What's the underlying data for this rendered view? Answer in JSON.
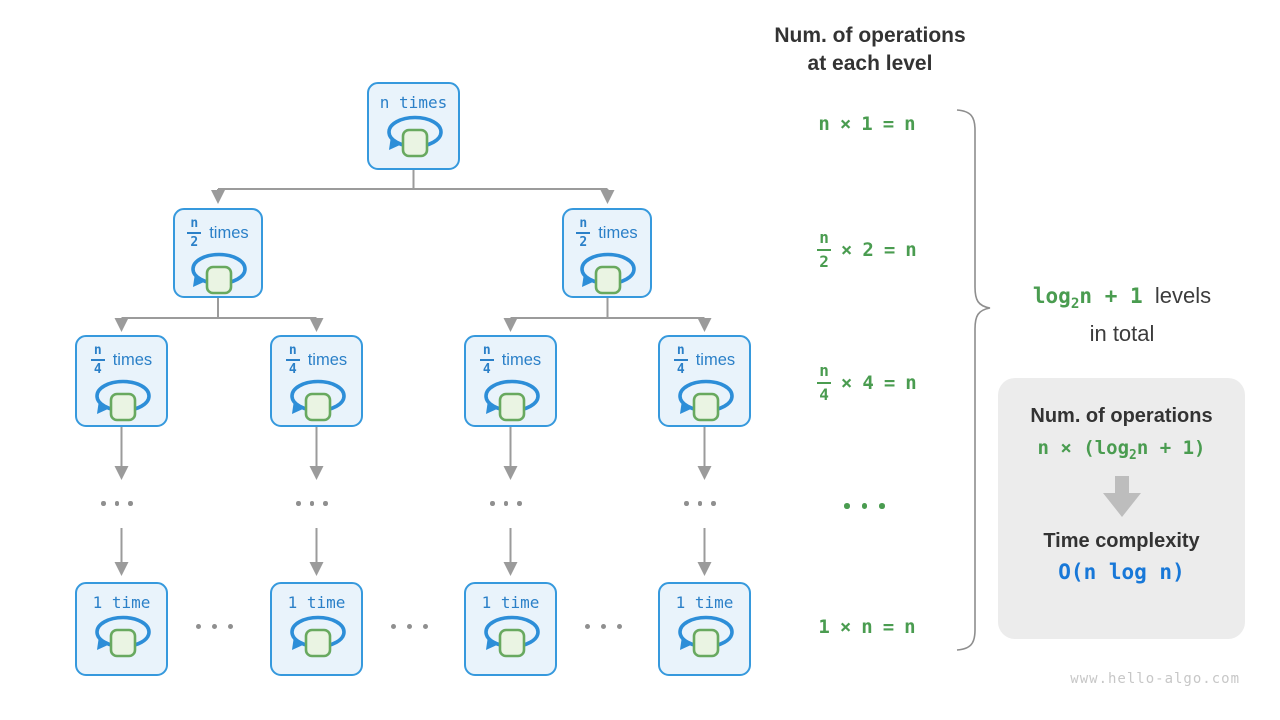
{
  "header": {
    "line1": "Num. of operations",
    "line2": "at each level"
  },
  "tree": {
    "root_label": "n times",
    "level2": {
      "numerator": "n",
      "denominator": "2",
      "suffix": "times"
    },
    "level3": {
      "numerator": "n",
      "denominator": "4",
      "suffix": "times"
    },
    "bottom_label": "1 time"
  },
  "formulas": {
    "row1": {
      "lhs": "n",
      "op": "×",
      "rhs": "1",
      "eq": "=",
      "res": "n"
    },
    "row2": {
      "num": "n",
      "den": "2",
      "op": "×",
      "rhs": "2",
      "eq": "=",
      "res": "n"
    },
    "row3": {
      "num": "n",
      "den": "4",
      "op": "×",
      "rhs": "4",
      "eq": "=",
      "res": "n"
    },
    "row4": {
      "lhs": "1",
      "op": "×",
      "rhs": "n",
      "eq": "=",
      "res": "n"
    }
  },
  "brace_label": {
    "green_prefix": "log",
    "green_sub": "2",
    "green_suffix": "n + 1",
    "rest": "levels",
    "line2": "in total"
  },
  "summary_box": {
    "title1": "Num. of operations",
    "formula_prefix": "n × (log",
    "formula_sub": "2",
    "formula_suffix": "n + 1)",
    "title2": "Time complexity",
    "complexity": "O(n log n)"
  },
  "watermark": "www.hello-algo.com",
  "icons": {
    "loop_icon": "self-loop with repeated operation square",
    "ellipsis": "..."
  },
  "colors": {
    "node_border": "#3699dd",
    "node_bg": "#e9f3fb",
    "node_text": "#2b80c8",
    "loop_blue": "#2d8ed8",
    "square_fill": "#eaf4e3",
    "square_border": "#68a95f",
    "green": "#4a9c50",
    "gray_line": "#9b9b9b",
    "dark_text": "#333333",
    "panel_bg": "#ececec",
    "complexity_blue": "#1878d8",
    "watermark_gray": "#c7c7c7"
  }
}
